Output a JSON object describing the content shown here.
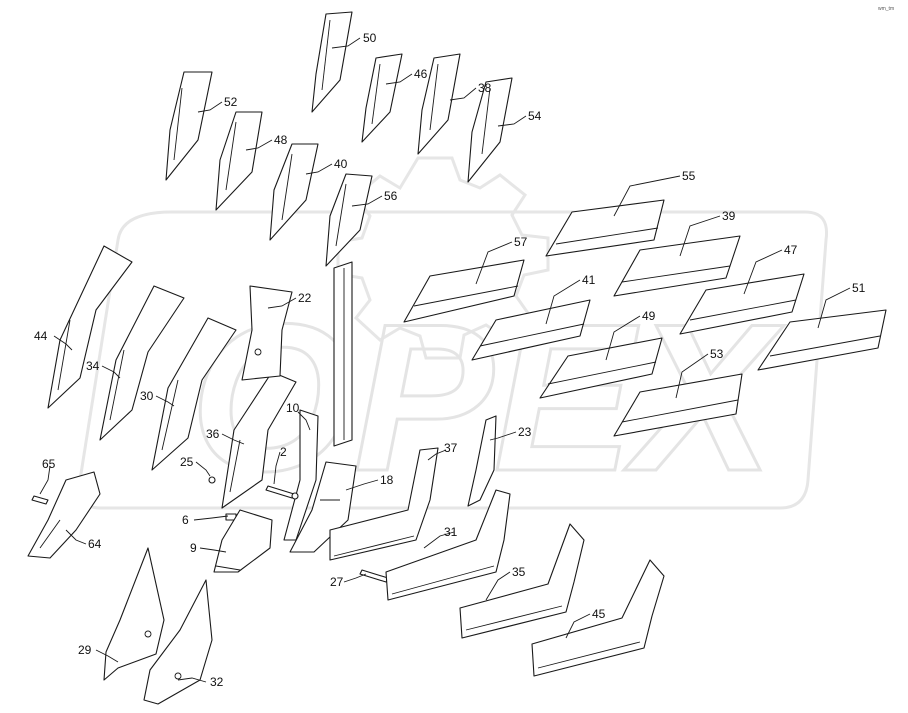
{
  "diagram": {
    "corner_code": "wm_tm",
    "watermark_text": "OPEX",
    "callouts": [
      "50",
      "52",
      "46",
      "38",
      "54",
      "48",
      "40",
      "56",
      "55",
      "39",
      "57",
      "47",
      "51",
      "41",
      "49",
      "44",
      "34",
      "22",
      "53",
      "30",
      "36",
      "10",
      "23",
      "25",
      "2",
      "37",
      "65",
      "18",
      "6",
      "31",
      "9",
      "64",
      "27",
      "35",
      "45",
      "29",
      "32"
    ]
  }
}
